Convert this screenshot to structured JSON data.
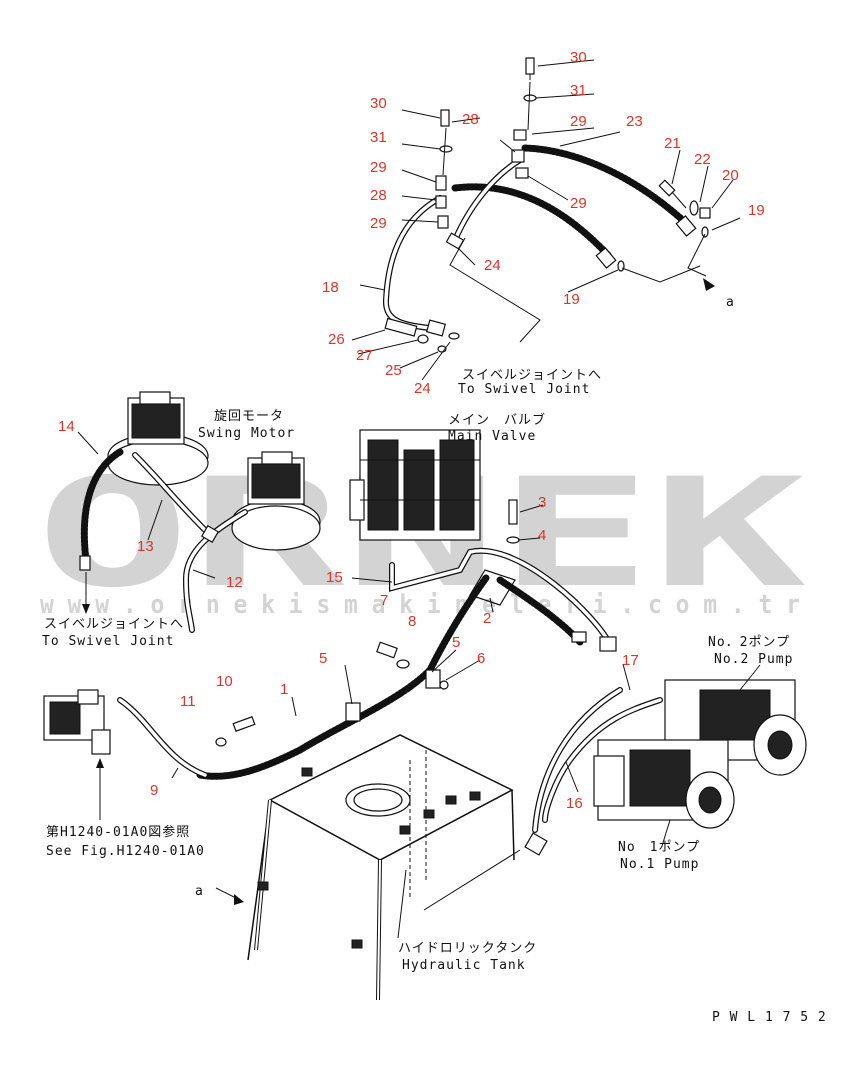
{
  "watermark": {
    "brand": "ORNEK",
    "url": "w w w . o r n e k i s m a k i n e l e r i . c o m . t r"
  },
  "labels": {
    "swing_motor_jp": "旋回モータ",
    "swing_motor_en": "Swing Motor",
    "main_valve_jp": "メイン　バルブ",
    "main_valve_en": "Main Valve",
    "swivel_top_jp": "スイベルジョイントへ",
    "swivel_top_en": "To Swivel Joint",
    "swivel_left_jp": "スイベルジョイントへ",
    "swivel_left_en": "To Swivel Joint",
    "pump2_jp": "No．2ポンプ",
    "pump2_en": "No.2 Pump",
    "pump1_jp": "No　1ポンプ",
    "pump1_en": "No.1 Pump",
    "see_fig_jp": "第H1240-01A0図参照",
    "see_fig_en": "See Fig.H1240-01A0",
    "tank_jp": "ハイドロリックタンク",
    "tank_en": "Hydraulic Tank",
    "ref_a_right": "a",
    "ref_a_left": "a",
    "drawing_code": "P W L 1 7 5 2"
  },
  "callouts": {
    "n30a": "30",
    "n31a": "31",
    "n29a": "29",
    "n23": "23",
    "n30b": "30",
    "n28a": "28",
    "n31b": "31",
    "n29b": "29",
    "n28b": "28",
    "n29c": "29",
    "n29d": "29",
    "n21": "21",
    "n22": "22",
    "n20": "20",
    "n19a": "19",
    "n24a": "24",
    "n19b": "19",
    "n18": "18",
    "n26": "26",
    "n27": "27",
    "n25": "25",
    "n24b": "24",
    "n14": "14",
    "n13": "13",
    "n12": "12",
    "n3": "3",
    "n4": "4",
    "n15": "15",
    "n7": "7",
    "n8": "8",
    "n2": "2",
    "n5a": "5",
    "n5b": "5",
    "n6": "6",
    "n17": "17",
    "n10": "10",
    "n11": "11",
    "n1": "1",
    "n9": "9",
    "n16": "16"
  }
}
